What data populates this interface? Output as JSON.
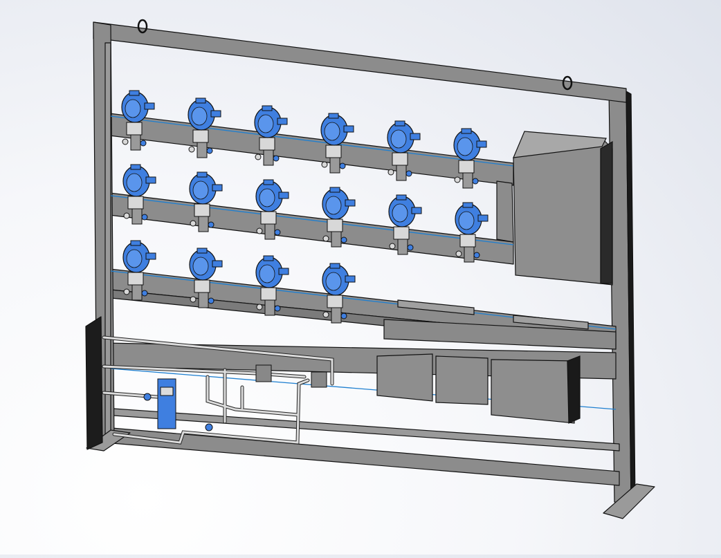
{
  "scene": {
    "transmitter_rows": [
      6,
      6,
      4
    ],
    "colors": {
      "steel": "#8c8c8c",
      "steel_dark": "#6e6e6e",
      "steel_light": "#a6a6a6",
      "transmitter_blue": "#3f7fe0",
      "edge": "#111111",
      "accent_line": "#1e7fd0",
      "fitting": "#d8d8d8"
    }
  }
}
